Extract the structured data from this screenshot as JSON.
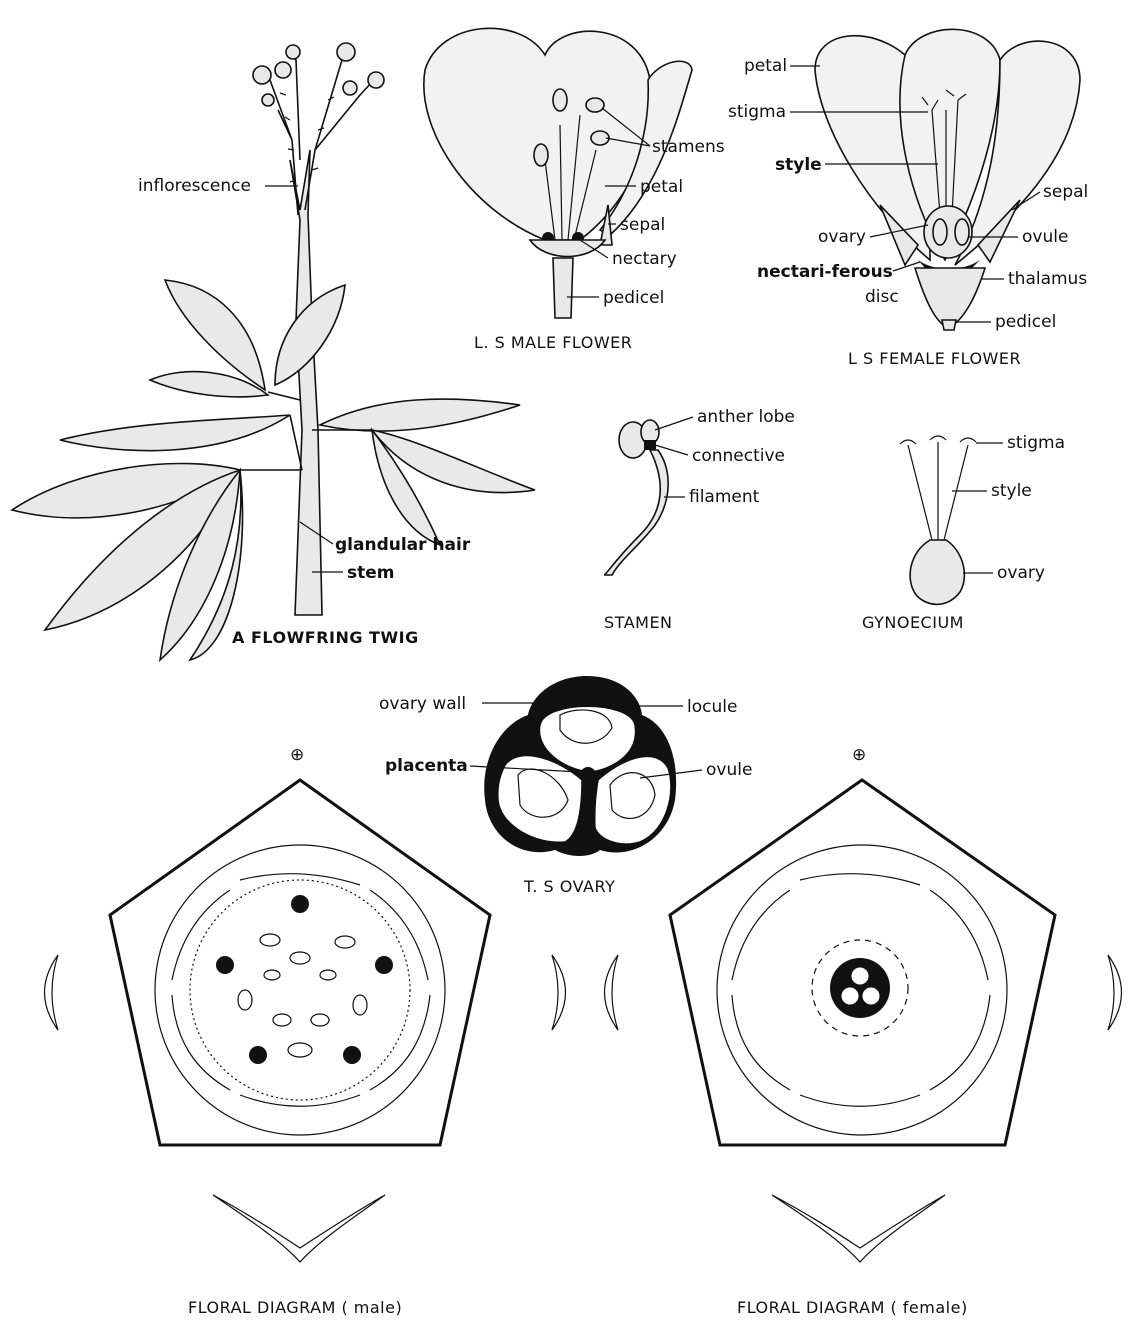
{
  "twig": {
    "inflorescence": "inflorescence",
    "glandular_hair": "glandular hair",
    "stem": "stem",
    "caption": "A FLOWFRING TWIG"
  },
  "male_flower": {
    "stamens": "stamens",
    "petal": "petal",
    "sepal": "sepal",
    "nectary": "nectary",
    "pedicel": "pedicel",
    "caption": "L. S  MALE FLOWER"
  },
  "female_flower": {
    "petal": "petal",
    "stigma": "stigma",
    "style": "style",
    "sepal": "sepal",
    "ovary": "ovary",
    "ovule": "ovule",
    "nectariferous": "nectari-ferous",
    "disc": "disc",
    "thalamus": "thalamus",
    "pedicel": "pedicel",
    "caption": "L  S  FEMALE FLOWER"
  },
  "stamen": {
    "anther_lobe": "anther lobe",
    "connective": "connective",
    "filament": "filament",
    "caption": "STAMEN"
  },
  "gynoecium": {
    "stigma": "stigma",
    "style": "style",
    "ovary": "ovary",
    "caption": "GYNOECIUM"
  },
  "ts_ovary": {
    "ovary_wall": "ovary wall",
    "locule": "locule",
    "placenta": "placenta",
    "ovule": "ovule",
    "caption": "T. S  OVARY"
  },
  "floral_male": {
    "symbol": "⊕",
    "caption": "FLORAL DIAGRAM   ( male)"
  },
  "floral_female": {
    "symbol": "⊕",
    "caption": "FLORAL DIAGRAM  ( female)"
  }
}
